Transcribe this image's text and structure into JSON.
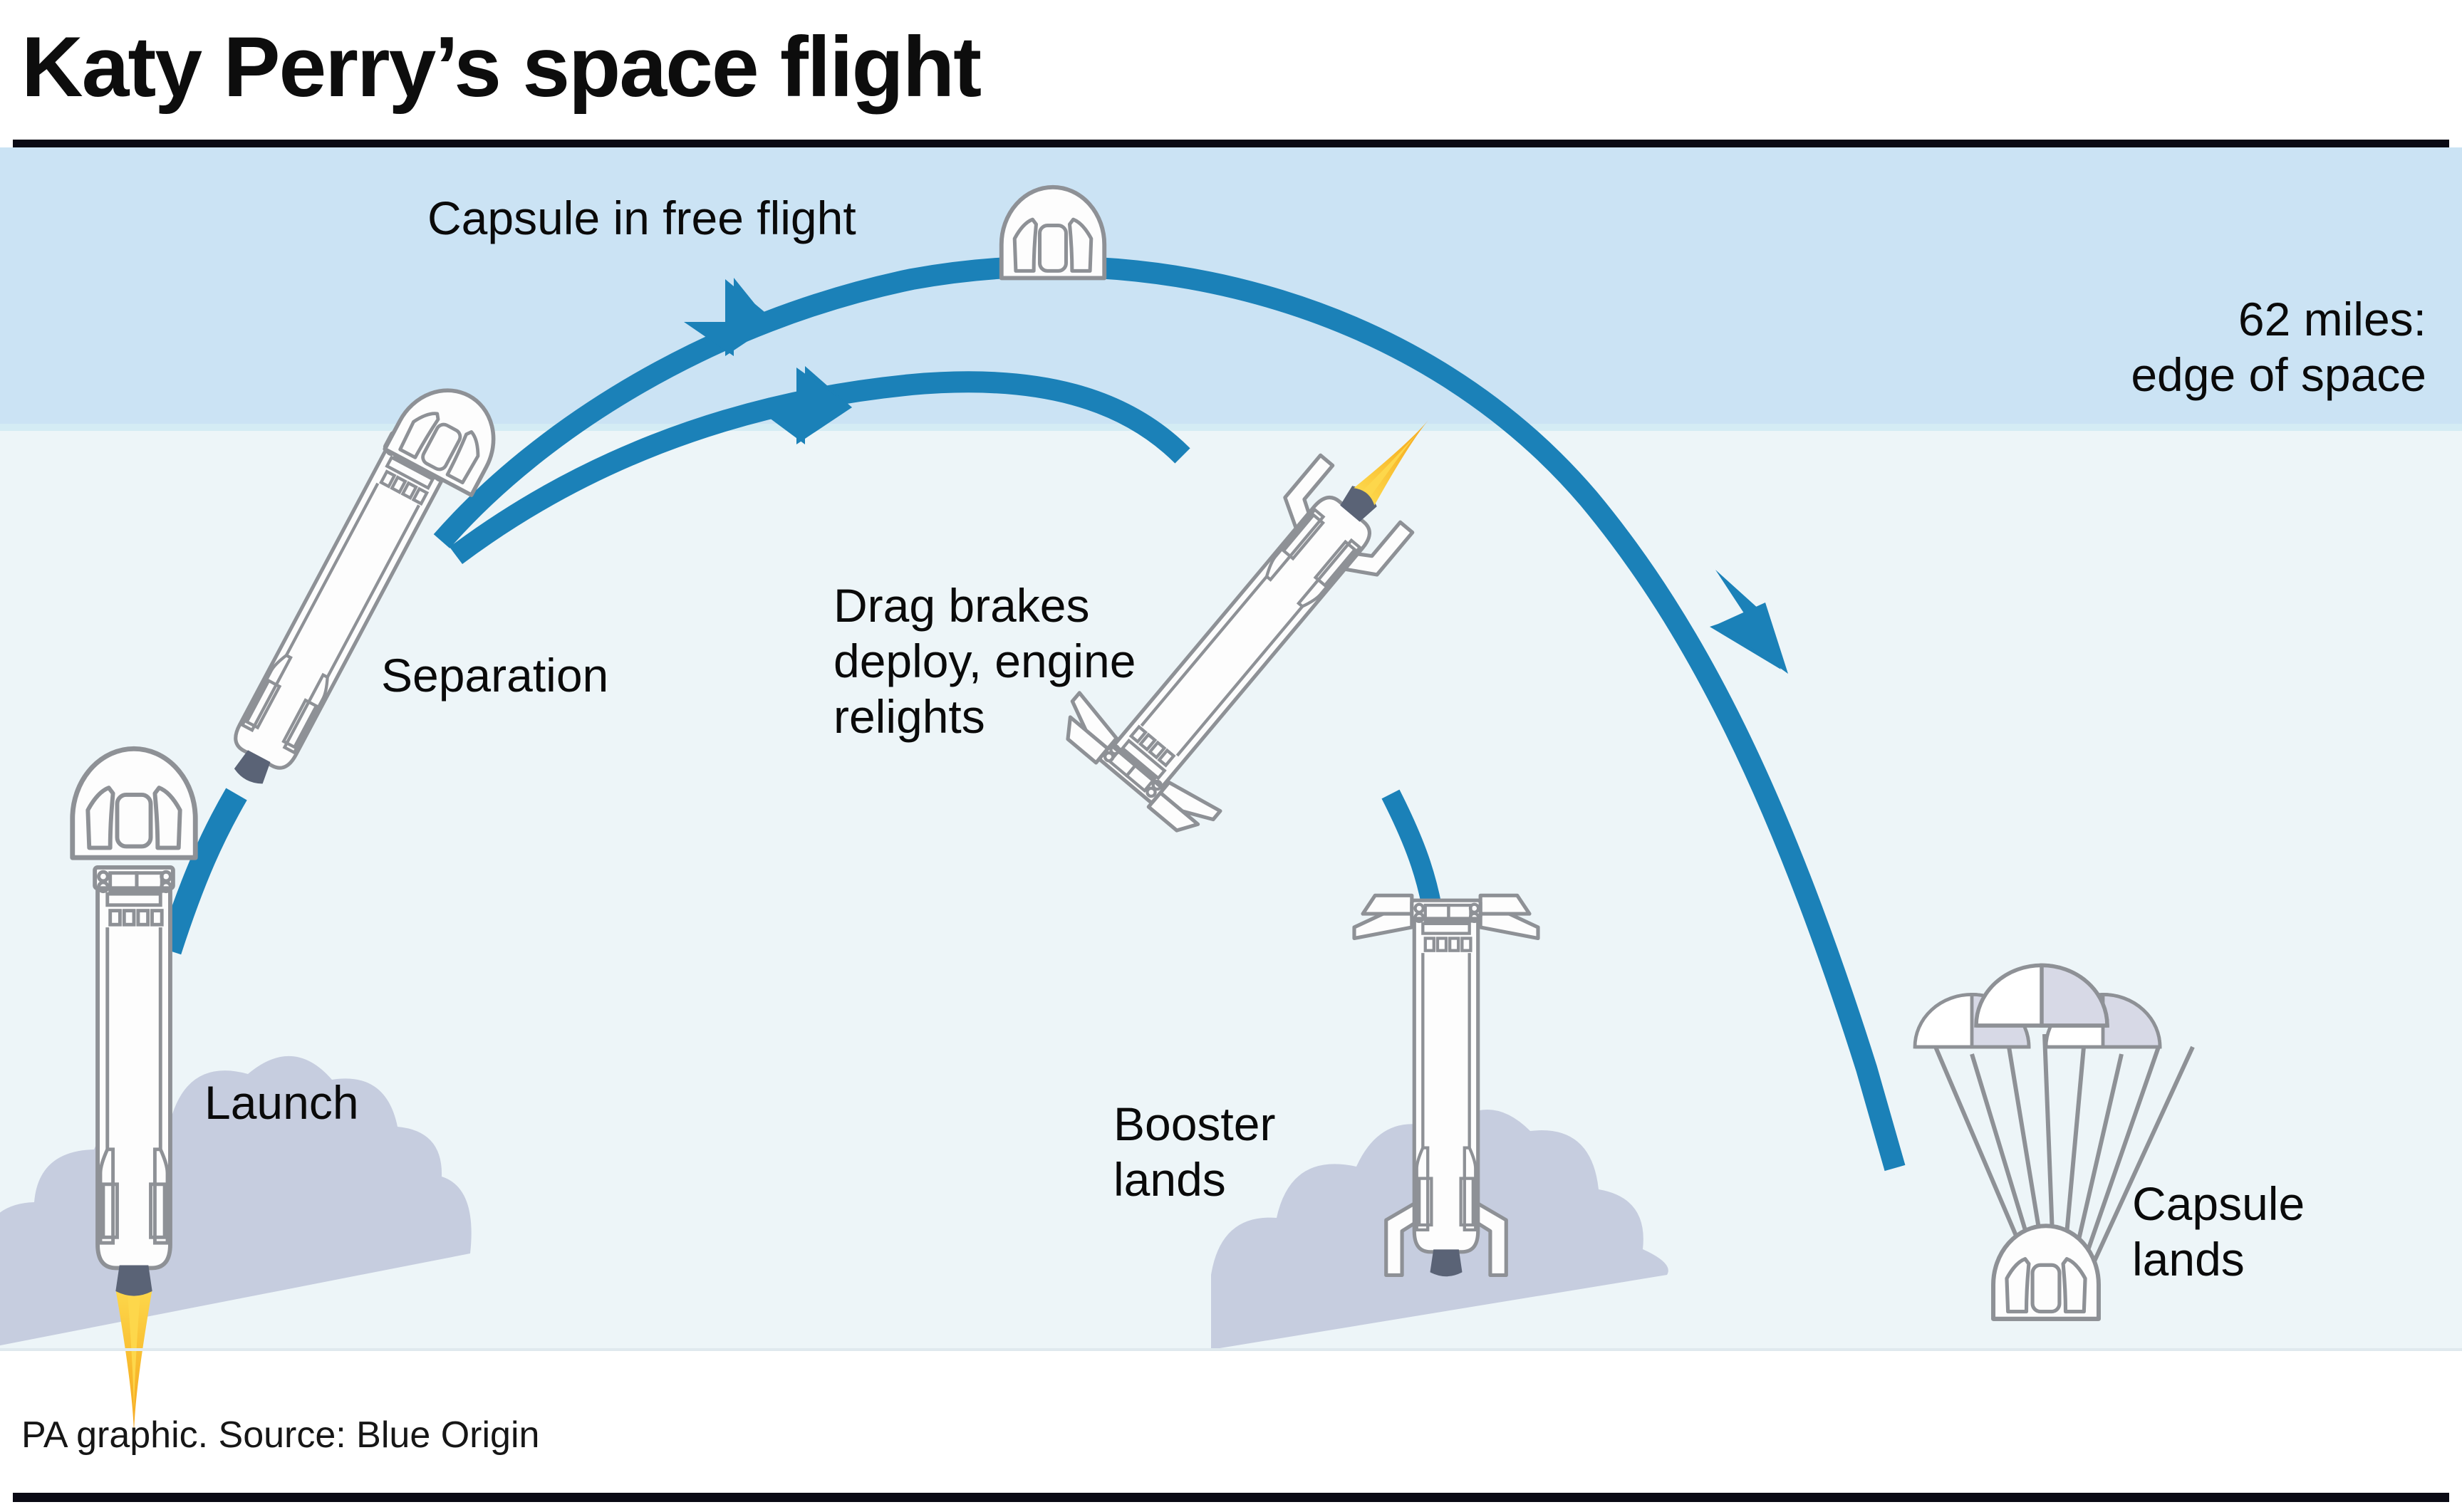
{
  "header": {
    "title": "Katy Perry’s space flight"
  },
  "footer": {
    "credit": "PA graphic. Source: Blue Origin"
  },
  "colors": {
    "trajectory_blue": "#1b81b8",
    "sky_upper": "#cbe3f4",
    "sky_lower": "#edf5f8",
    "cloud": "#c6cddf",
    "outline_gray": "#8e9196",
    "flame_orange": "#f5a623",
    "flame_yellow": "#fdd74b",
    "nozzle_slate": "#5a6376",
    "parachute_shade": "#d7d9e6",
    "rule_black": "#0a0a14",
    "text": "#0a0a0a"
  },
  "diagram": {
    "altitude_band_label": "62 miles:\nedge of space",
    "stages": [
      {
        "id": "launch",
        "label": "Launch"
      },
      {
        "id": "separation",
        "label": "Separation"
      },
      {
        "id": "free-flight",
        "label": "Capsule in free flight"
      },
      {
        "id": "drag-brakes",
        "label": "Drag brakes\ndeploy, engine\nrelights"
      },
      {
        "id": "booster-lands",
        "label": "Booster\nlands"
      },
      {
        "id": "capsule-lands",
        "label": "Capsule\nlands"
      }
    ]
  }
}
